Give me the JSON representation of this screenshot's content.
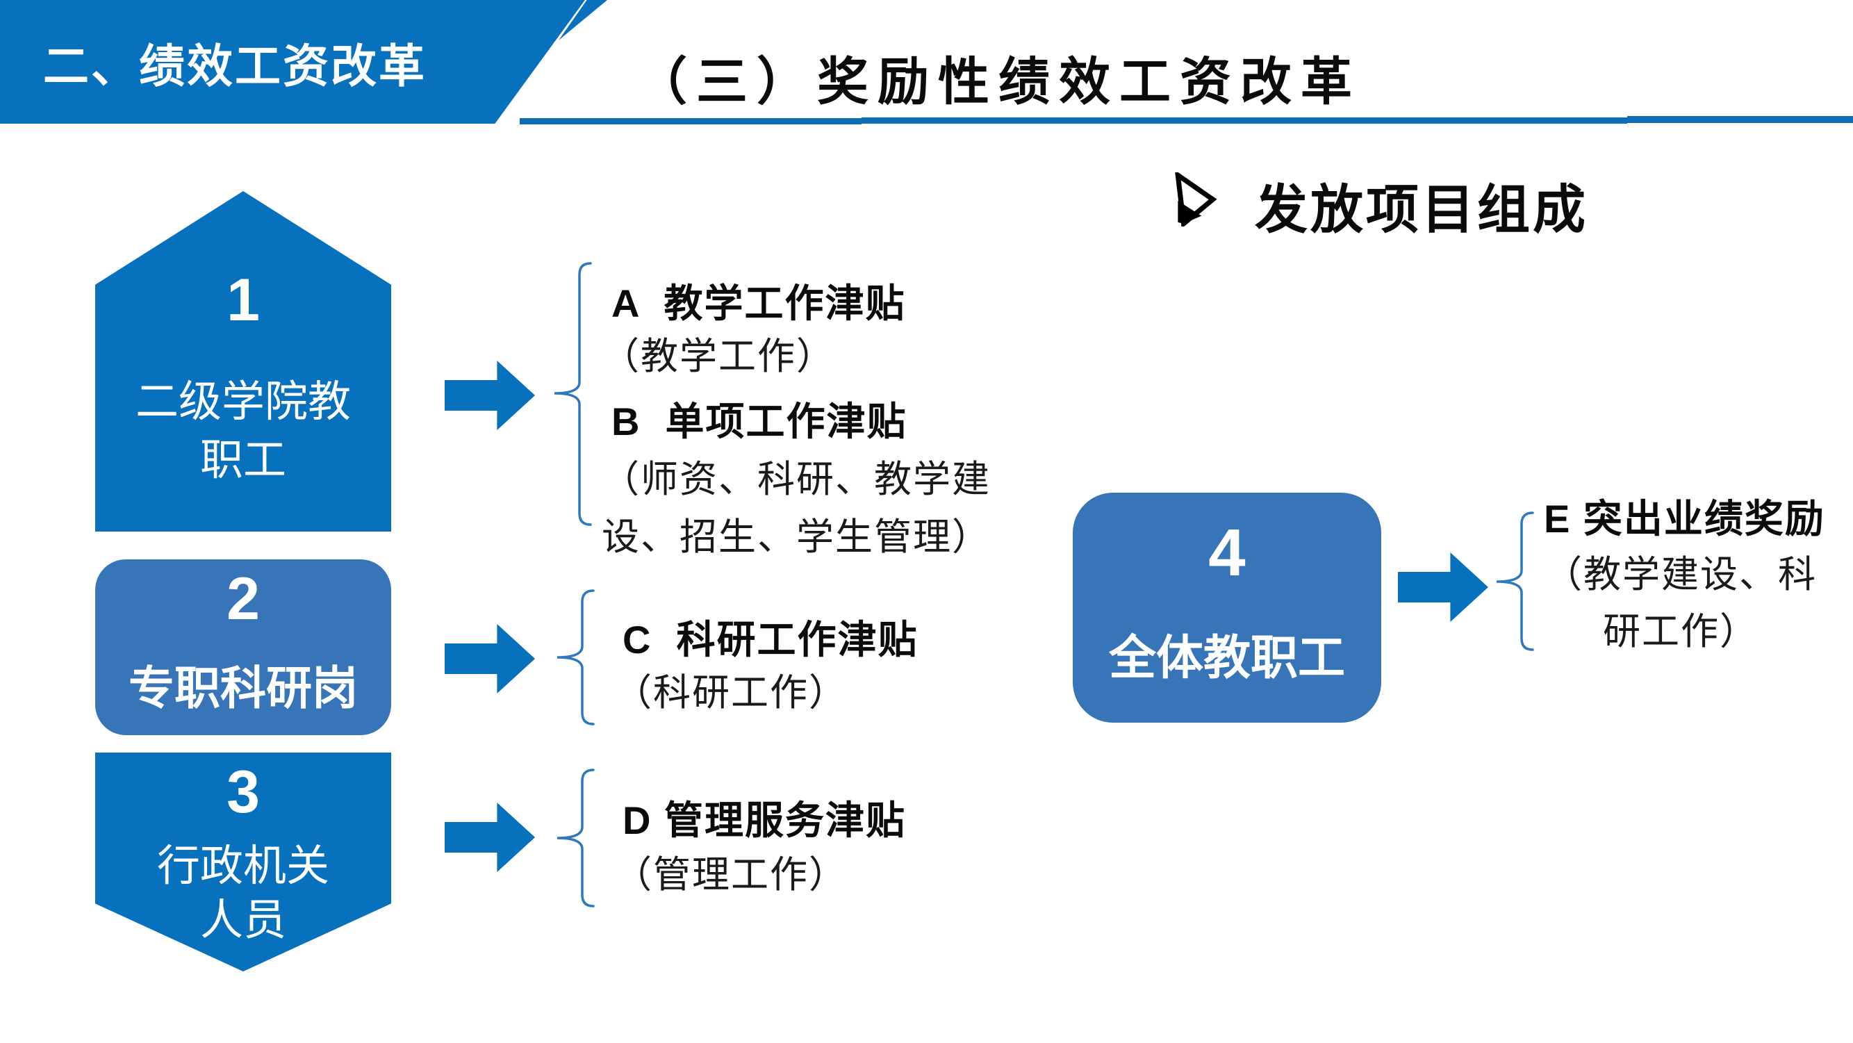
{
  "banner": {
    "title": "二、绩效工资改革"
  },
  "header": {
    "title": "（三）奖励性绩效工资改革"
  },
  "section_heading": {
    "bullet": "arrowhead-bullet",
    "text": "发放项目组成"
  },
  "groups": [
    {
      "num": "1",
      "label_line1": "二级学院教",
      "label_line2": "职工"
    },
    {
      "num": "2",
      "label": "专职科研岗"
    },
    {
      "num": "3",
      "label_line1": "行政机关",
      "label_line2": "人员"
    },
    {
      "num": "4",
      "label": "全体教职工"
    }
  ],
  "items": [
    {
      "code_line": "A  教学工作津贴",
      "detail_line1": "（教学工作）",
      "detail_line2": ""
    },
    {
      "code_line": "B  单项工作津贴",
      "detail_line1": "（师资、科研、教学建",
      "detail_line2": "设、招生、学生管理）"
    },
    {
      "code_line": "C  科研工作津贴",
      "detail_line1": "（科研工作）",
      "detail_line2": ""
    },
    {
      "code_line": "D 管理服务津贴",
      "detail_line1": "（管理工作）",
      "detail_line2": ""
    },
    {
      "code_line": "E 突出业绩奖励",
      "detail_lines_joined": "（教学建设、科\n研工作）"
    }
  ],
  "colors": {
    "primary_blue": "#0771BE",
    "muted_blue": "#3875B8",
    "rule_blue": "#0C6EB5",
    "brace_blue": "#2E78BC",
    "text_black": "#0b0b0b",
    "text_white": "#ffffff"
  }
}
